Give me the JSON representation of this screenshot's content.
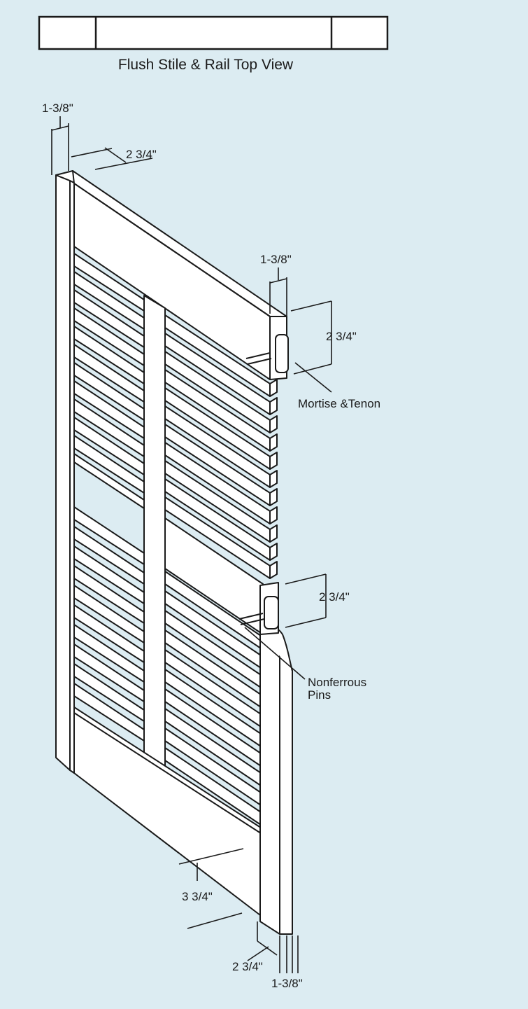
{
  "diagram": {
    "title": "Flush Stile & Rail Top View",
    "labels": {
      "top_stile_thickness": "1-3/8\"",
      "top_stile_width": "2 3/4\"",
      "top_rail_thickness": "1-3/8\"",
      "top_rail_width": "2 3/4\"",
      "joint_label": "Mortise &Tenon",
      "mid_rail_width": "2 3/4\"",
      "pins_label_line1": "Nonferrous",
      "pins_label_line2": "Pins",
      "bottom_rail_width": "3 3/4\"",
      "bottom_stile_width": "2 3/4\"",
      "bottom_stile_thickness": "1-3/8\""
    },
    "colors": {
      "background": "#dcecf2",
      "line": "#1a1a1a",
      "wood": "#ffffff"
    }
  }
}
